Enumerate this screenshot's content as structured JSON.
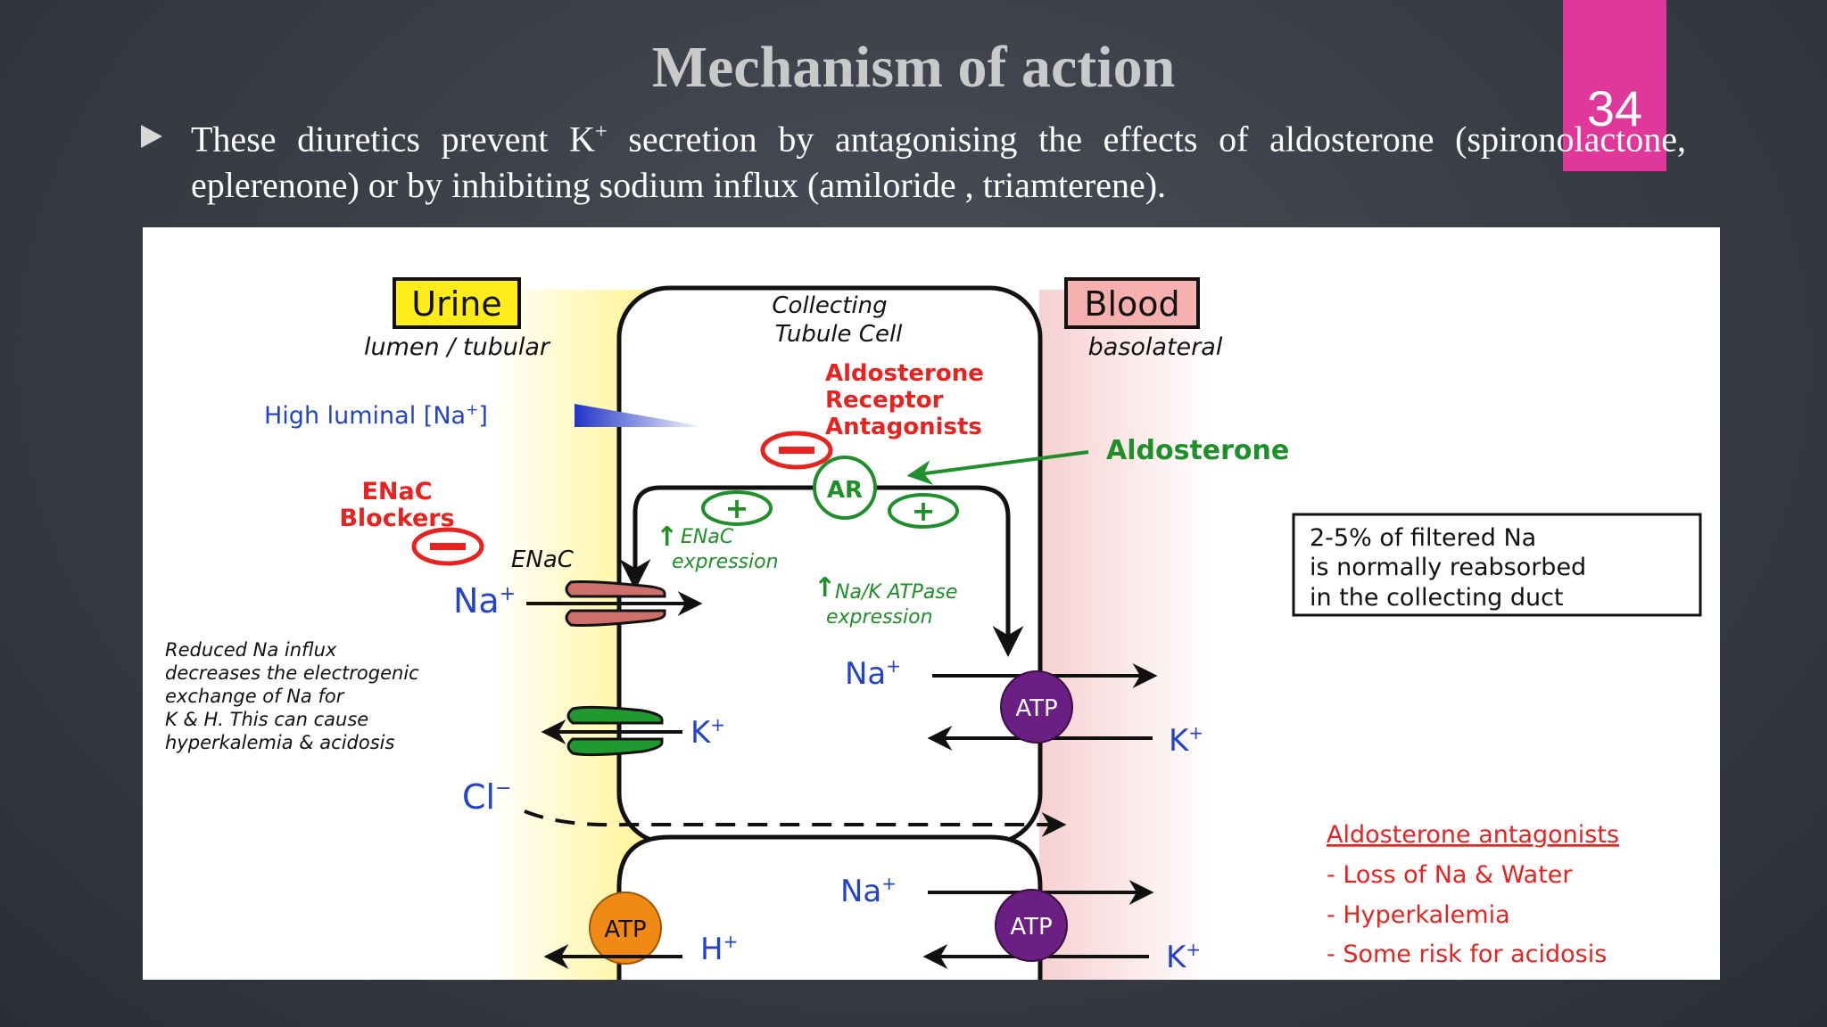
{
  "slide": {
    "title": "Mechanism of action",
    "page_number": "34",
    "bullet": {
      "text_before": "These diuretics prevent K",
      "superscript": "+",
      "text_after": " secretion by antagonising the effects of aldosterone (spironolactone, eplerenone) or by inhibiting sodium influx (amiloride , triamterene)."
    },
    "accent_color": "#e0379b"
  },
  "diagram": {
    "urine_label": "Urine",
    "urine_sub": "lumen / tubular",
    "blood_label": "Blood",
    "blood_sub": "basolateral",
    "cell_label_1": "Collecting",
    "cell_label_2": "Tubule Cell",
    "high_luminal": "High luminal [Na",
    "high_luminal_sup": "+",
    "high_luminal_end": "]",
    "arb_1": "Aldosterone",
    "arb_2": "Receptor",
    "arb_3": "Antagonists",
    "aldosterone": "Aldosterone",
    "ar": "AR",
    "plus": "+",
    "enac_blockers_1": "ENaC",
    "enac_blockers_2": "Blockers",
    "enac": "ENaC",
    "enac_expr_1": "ENaC",
    "enac_expr_2": "expression",
    "atpase_expr_1": "Na/K ATPase",
    "atpase_expr_2": "expression",
    "na_ion": "Na",
    "k_ion": "K",
    "h_ion": "H",
    "cl_ion": "Cl",
    "plus_sup": "+",
    "minus_sup": "−",
    "atp": "ATP",
    "note_lines": [
      "Reduced Na influx",
      "decreases the electrogenic",
      "exchange of Na for",
      "K & H. This can cause",
      "hyperkalemia & acidosis"
    ],
    "box_lines": [
      "2-5% of filtered Na",
      "is normally reabsorbed",
      "in the collecting duct"
    ],
    "effects_title": "Aldosterone antagonists",
    "effects": [
      "- Loss of Na & Water",
      "- Hyperkalemia",
      "- Some risk for acidosis"
    ],
    "colors": {
      "red": "#e8231f",
      "green": "#1f8f2a",
      "blue": "#2343c8",
      "purple": "#6b1f82",
      "orange": "#f08a14",
      "urine_yellow": "#ffec1a",
      "blood_pink": "#f8d6d6"
    }
  }
}
